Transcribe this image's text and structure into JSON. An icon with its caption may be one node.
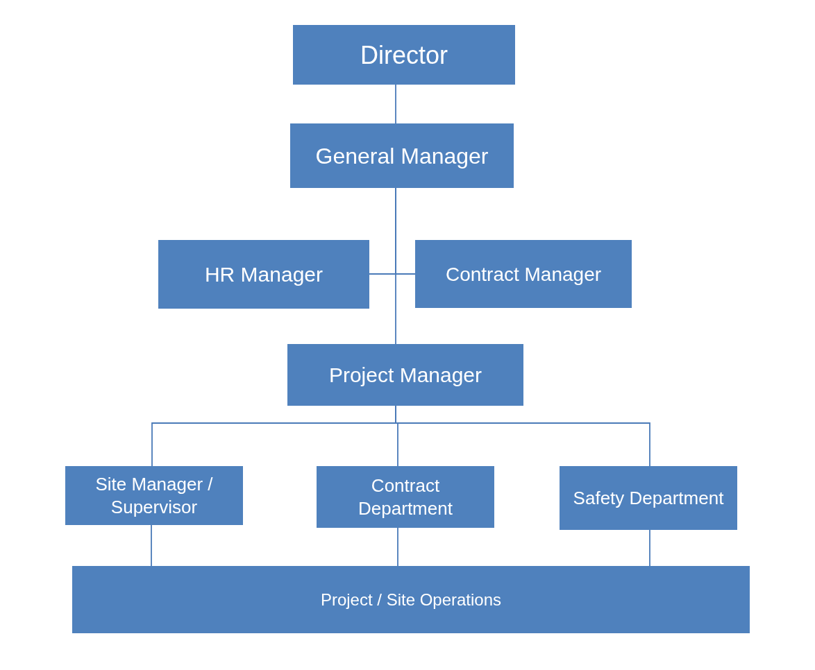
{
  "diagram": {
    "nodes": [
      {
        "text": [
          "Director"
        ]
      },
      {
        "text": [
          "General Manager"
        ]
      },
      {
        "text": [
          "HR Manager"
        ]
      },
      {
        "text": [
          "Contract Manager"
        ]
      },
      {
        "text": [
          "Project Manager"
        ]
      },
      {
        "text": [
          "Site Manager / Supervisor"
        ]
      },
      {
        "text": [
          "Contract Department"
        ]
      },
      {
        "text": [
          "Safety Department"
        ]
      },
      {
        "text": [
          "Project / Site Operations"
        ]
      }
    ],
    "edges": [
      {
        "from": 0,
        "to": 1,
        "arrow": "none"
      },
      {
        "from": 1,
        "to": 2,
        "arrow": "none"
      },
      {
        "from": 1,
        "to": 3,
        "arrow": "none"
      },
      {
        "from": 1,
        "to": 4,
        "arrow": "none"
      },
      {
        "from": 4,
        "to": 5,
        "arrow": "none"
      },
      {
        "from": 4,
        "to": 6,
        "arrow": "none"
      },
      {
        "from": 4,
        "to": 7,
        "arrow": "none"
      },
      {
        "from": 5,
        "to": 8,
        "arrow": "none"
      },
      {
        "from": 6,
        "to": 8,
        "arrow": "none"
      },
      {
        "from": 7,
        "to": 8,
        "arrow": "none"
      }
    ]
  }
}
